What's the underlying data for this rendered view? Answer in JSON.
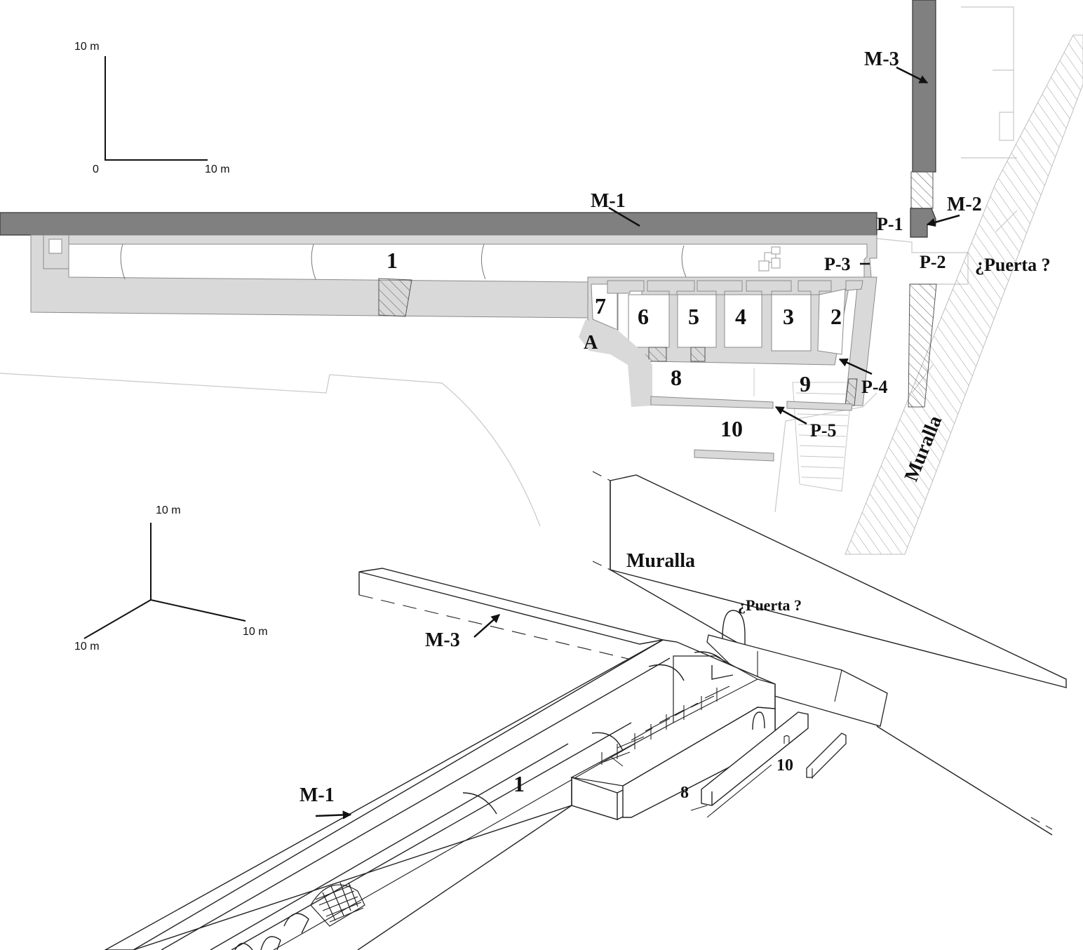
{
  "plan": {
    "scale": {
      "zero": "0",
      "x_label": "10 m",
      "y_label": "10 m"
    },
    "labels": {
      "m1": "M-1",
      "m2": "M-2",
      "m3": "M-3",
      "p1": "P-1",
      "p2": "P-2",
      "p3": "P-3",
      "p4": "P-4",
      "p5": "P-5",
      "puerta": "¿Puerta ?",
      "muralla": "Muralla",
      "a": "A",
      "r1": "1",
      "r2": "2",
      "r3": "3",
      "r4": "4",
      "r5": "5",
      "r6": "6",
      "r7": "7",
      "r8": "8",
      "r9": "9",
      "r10": "10"
    }
  },
  "axon": {
    "scale": {
      "x_label": "10 m",
      "y_label": "10 m",
      "z_label": "10 m"
    },
    "labels": {
      "muralla": "Muralla",
      "puerta": "¿Puerta ?",
      "m1": "M-1",
      "m3": "M-3",
      "r1": "1",
      "r8": "8",
      "r10": "10"
    }
  }
}
